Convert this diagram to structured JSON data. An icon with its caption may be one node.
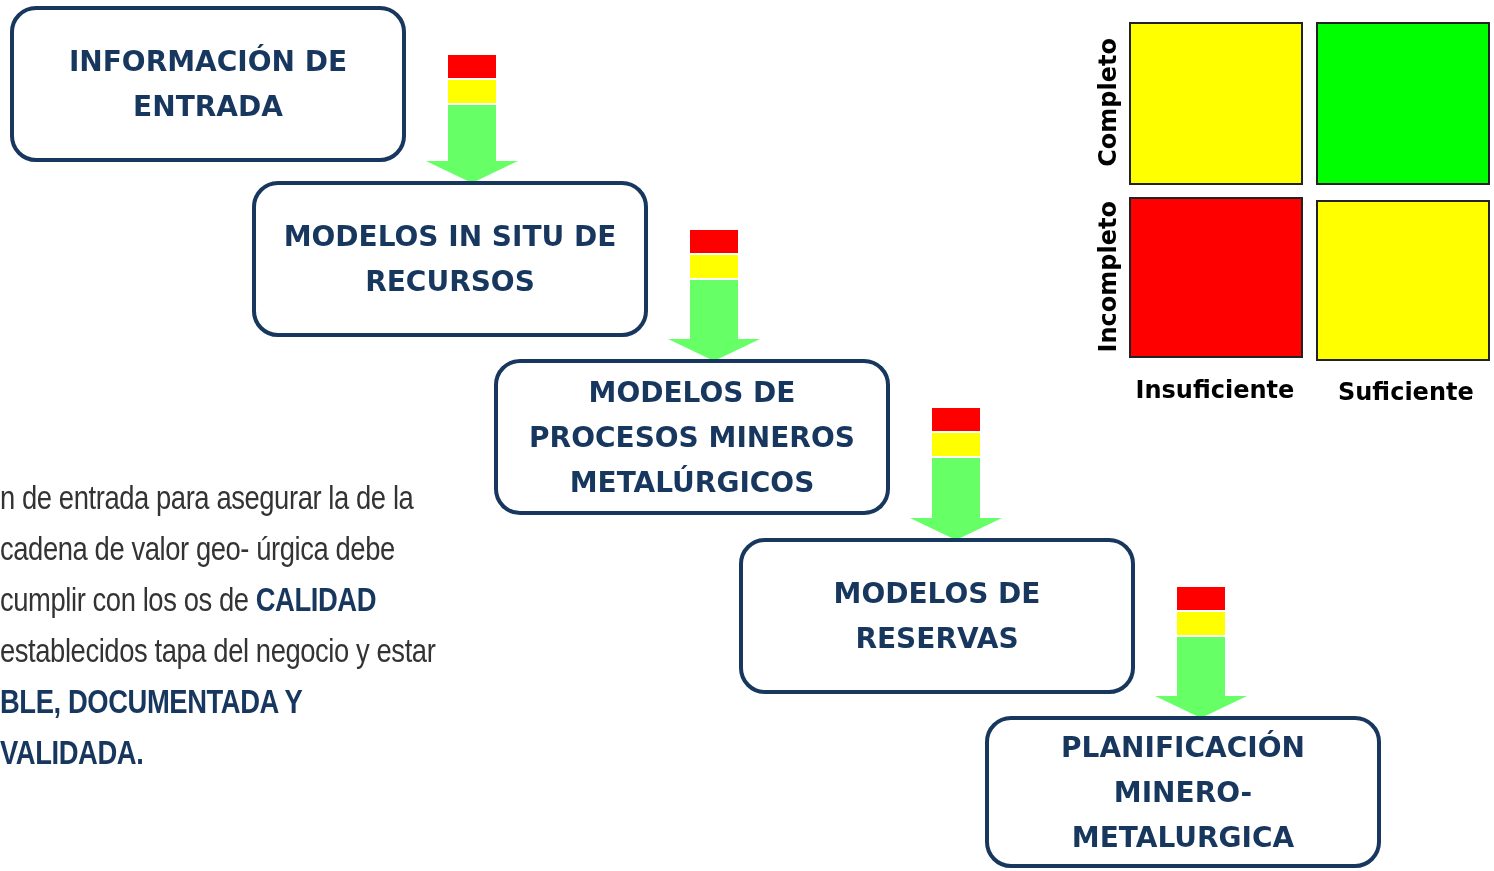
{
  "diagram": {
    "nodes": [
      {
        "text": [
          "INFORMACIÓN DE ENTRADA"
        ]
      },
      {
        "text": [
          "MODELOS IN SITU DE RECURSOS"
        ]
      },
      {
        "text": [
          "MODELOS DE PROCESOS MINEROS METALÚRGICOS"
        ]
      },
      {
        "text": [
          "MODELOS DE RESERVAS"
        ]
      },
      {
        "text": [
          "PLANIFICACIÓN MINERO-METALURGICA"
        ]
      }
    ],
    "edges": [
      {
        "from": 0,
        "to": 1,
        "arrow": "to"
      },
      {
        "from": 1,
        "to": 2,
        "arrow": "to"
      },
      {
        "from": 2,
        "to": 3,
        "arrow": "to"
      },
      {
        "from": 3,
        "to": 4,
        "arrow": "to"
      }
    ],
    "labels": [
      "Completo",
      "Incompleto",
      "Insuficiente",
      "Suficiente",
      "n de entrada para asegurar la de la cadena de valor geo- úrgica  debe cumplir con los os de **CALIDAD** establecidos tapa del negocio y estar **BLE, DOCUMENTADA Y VALIDADA.**"
    ]
  }
}
